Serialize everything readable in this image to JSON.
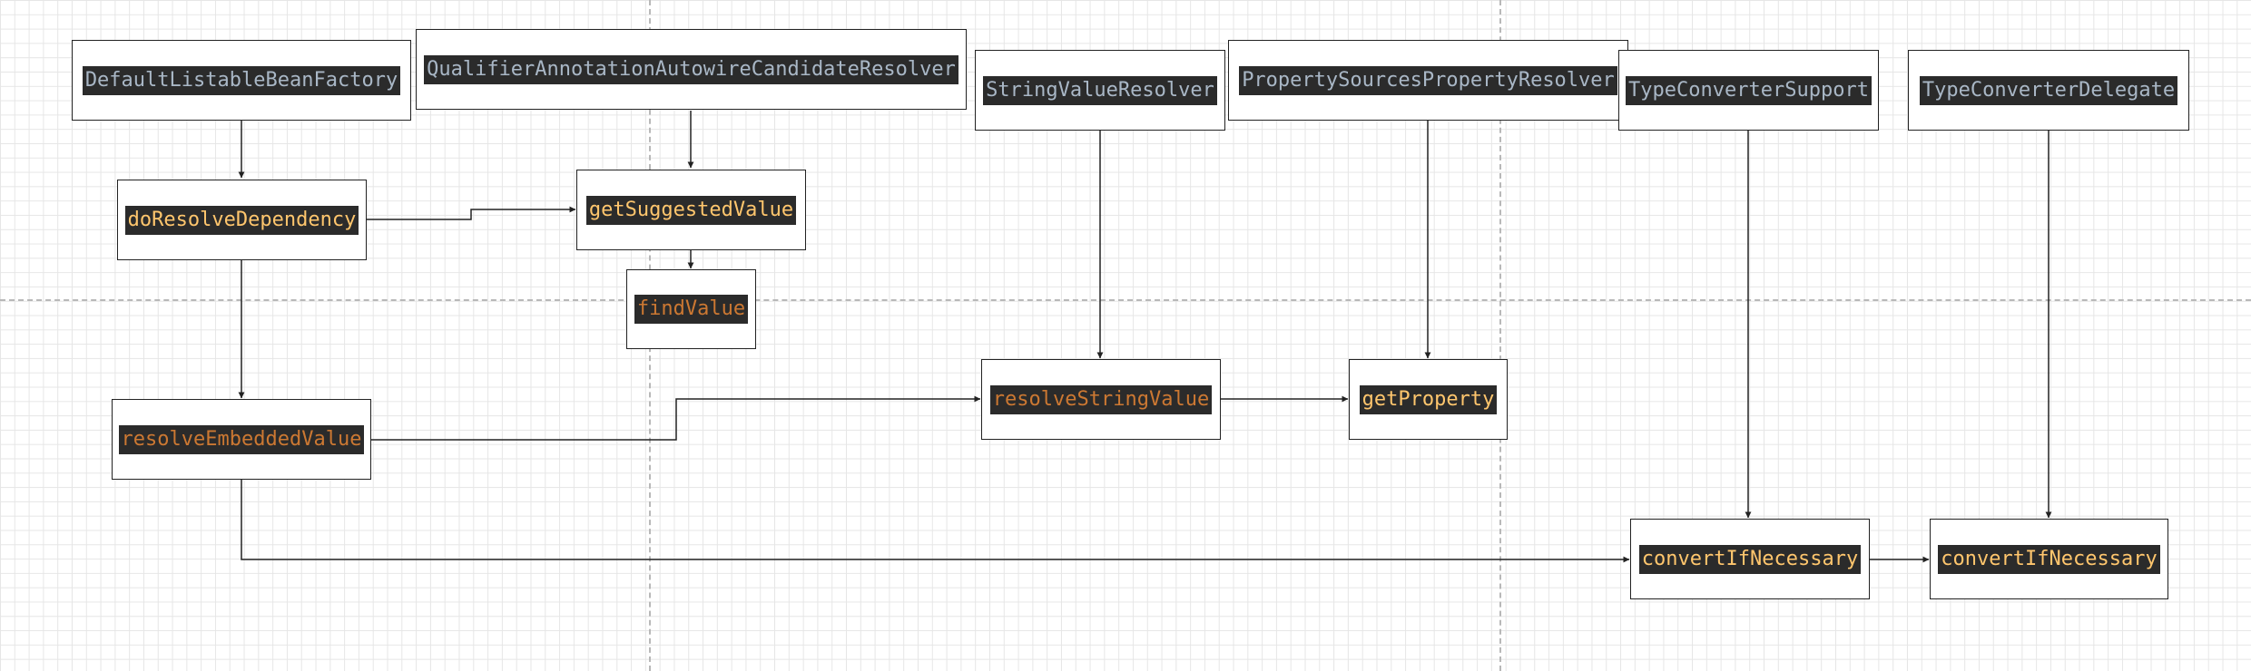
{
  "diagram": {
    "colors": {
      "label_background": "#2b2b2b",
      "class_text": "#a9b7c6",
      "method_text": "#ffc66d",
      "call_text": "#cc7832",
      "connector": "#222222"
    },
    "nodes": {
      "default_listable_bean_factory": {
        "label": "DefaultListableBeanFactory",
        "kind": "class"
      },
      "qualifier_resolver": {
        "label": "QualifierAnnotationAutowireCandidateResolver",
        "kind": "class"
      },
      "string_value_resolver": {
        "label": "StringValueResolver",
        "kind": "class"
      },
      "property_sources_resolver": {
        "label": "PropertySourcesPropertyResolver",
        "kind": "class"
      },
      "type_converter_support": {
        "label": "TypeConverterSupport",
        "kind": "class"
      },
      "type_converter_delegate": {
        "label": "TypeConverterDelegate",
        "kind": "class"
      },
      "do_resolve_dependency": {
        "label": "doResolveDependency",
        "kind": "method"
      },
      "get_suggested_value": {
        "label": "getSuggestedValue",
        "kind": "method"
      },
      "find_value": {
        "label": "findValue",
        "kind": "call"
      },
      "resolve_embedded_value": {
        "label": "resolveEmbeddedValue",
        "kind": "call"
      },
      "resolve_string_value": {
        "label": "resolveStringValue",
        "kind": "call"
      },
      "get_property": {
        "label": "getProperty",
        "kind": "method"
      },
      "convert_if_necessary_support": {
        "label": "convertIfNecessary",
        "kind": "method"
      },
      "convert_if_necessary_delegate": {
        "label": "convertIfNecessary",
        "kind": "method"
      }
    },
    "edges": [
      {
        "from": "default_listable_bean_factory",
        "to": "do_resolve_dependency"
      },
      {
        "from": "qualifier_resolver",
        "to": "get_suggested_value"
      },
      {
        "from": "do_resolve_dependency",
        "to": "get_suggested_value"
      },
      {
        "from": "get_suggested_value",
        "to": "find_value"
      },
      {
        "from": "do_resolve_dependency",
        "to": "resolve_embedded_value"
      },
      {
        "from": "string_value_resolver",
        "to": "resolve_string_value"
      },
      {
        "from": "resolve_embedded_value",
        "to": "resolve_string_value"
      },
      {
        "from": "property_sources_resolver",
        "to": "get_property"
      },
      {
        "from": "resolve_string_value",
        "to": "get_property"
      },
      {
        "from": "type_converter_support",
        "to": "convert_if_necessary_support"
      },
      {
        "from": "type_converter_delegate",
        "to": "convert_if_necessary_delegate"
      },
      {
        "from": "resolve_embedded_value",
        "to": "convert_if_necessary_support"
      },
      {
        "from": "convert_if_necessary_support",
        "to": "convert_if_necessary_delegate"
      }
    ]
  }
}
